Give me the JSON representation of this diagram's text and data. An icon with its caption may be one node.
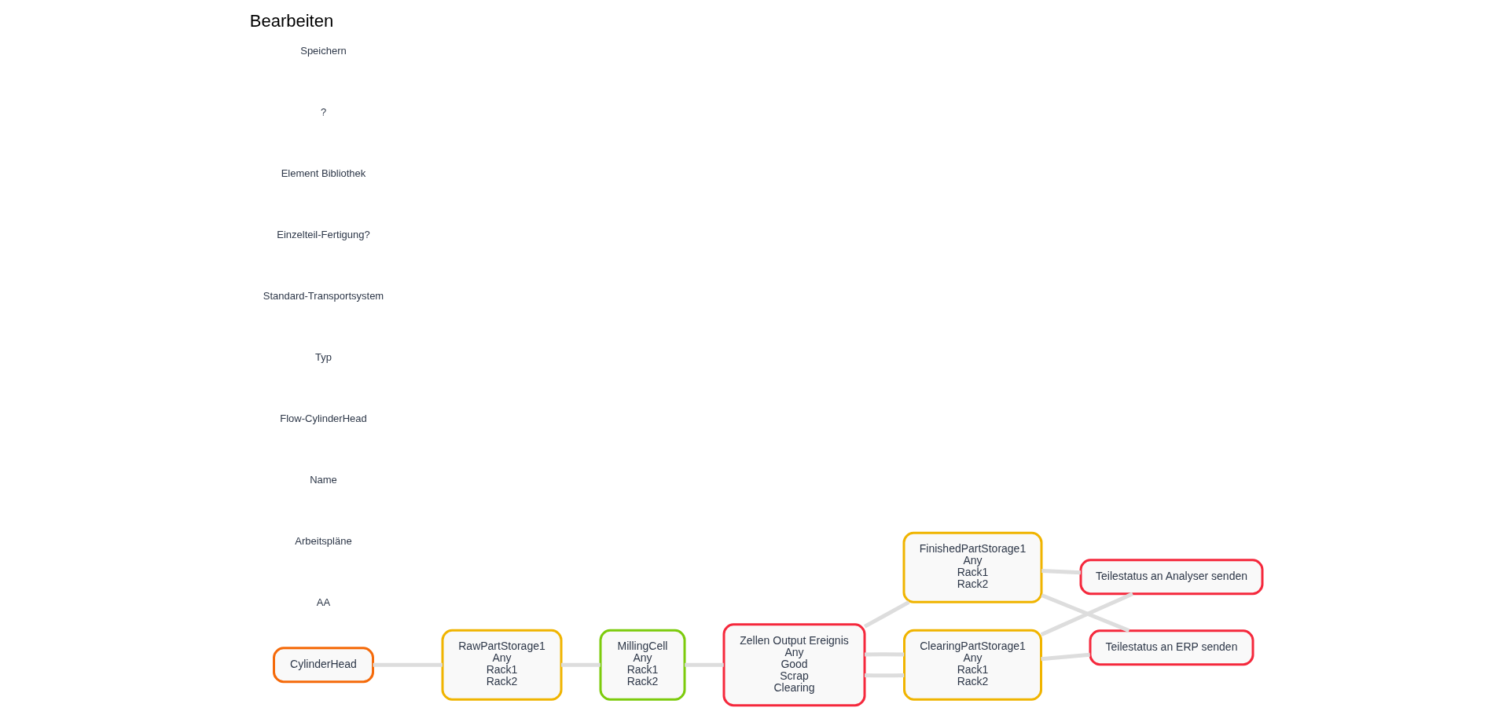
{
  "diagram": {
    "title": "Bearbeiten",
    "nodes": [
      {
        "text": [
          "CylinderHead"
        ]
      },
      {
        "text": [
          "RawPartStorage1",
          "Any",
          "Rack1",
          "Rack2"
        ]
      },
      {
        "text": [
          "MillingCell",
          "Any",
          "Rack1",
          "Rack2"
        ]
      },
      {
        "text": [
          "Zellen Output Ereignis",
          "Any",
          "Good",
          "Scrap",
          "Clearing"
        ]
      },
      {
        "text": [
          "FinishedPartStorage1",
          "Any",
          "Rack1",
          "Rack2"
        ]
      },
      {
        "text": [
          "ClearingPartStorage1",
          "Any",
          "Rack1",
          "Rack2"
        ]
      },
      {
        "text": [
          "Teilestatus an Analyser senden"
        ]
      },
      {
        "text": [
          "Teilestatus an ERP senden"
        ]
      }
    ],
    "edges": [
      {
        "from": 0,
        "to": 1,
        "arrow": "none"
      },
      {
        "from": 1,
        "to": 2,
        "arrow": "none"
      },
      {
        "from": 2,
        "to": 3,
        "arrow": "none"
      },
      {
        "from": 3,
        "to": 4,
        "arrow": "none"
      },
      {
        "from": 3,
        "to": 5,
        "arrow": "none"
      },
      {
        "from": 3,
        "to": 5,
        "arrow": "none"
      },
      {
        "from": 4,
        "to": 6,
        "arrow": "none"
      },
      {
        "from": 4,
        "to": 7,
        "arrow": "none"
      },
      {
        "from": 5,
        "to": 6,
        "arrow": "none"
      },
      {
        "from": 5,
        "to": 7,
        "arrow": "none"
      }
    ],
    "labels": [
      "AA",
      "Arbeitspläne",
      "Name",
      "Flow-CylinderHead",
      "Typ",
      "Standard-Transportsystem",
      "Einzelteil-Fertigung?",
      "Element Bibliothek",
      "?",
      "Speichern"
    ]
  }
}
